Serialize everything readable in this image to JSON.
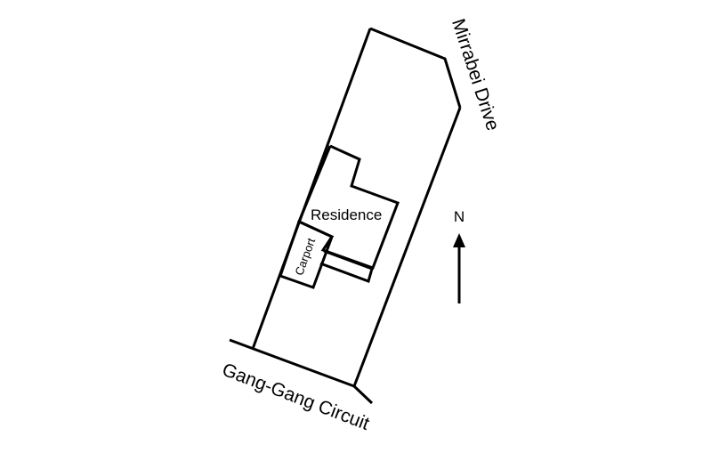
{
  "diagram": {
    "streets": {
      "north_east": "Mirrabei Drive",
      "south_west": "Gang-Gang Circuit"
    },
    "buildings": {
      "residence": "Residence",
      "carport": "Carport"
    },
    "north_arrow": {
      "label": "N"
    },
    "colors": {
      "ink": "#000000",
      "background": "#ffffff"
    }
  }
}
